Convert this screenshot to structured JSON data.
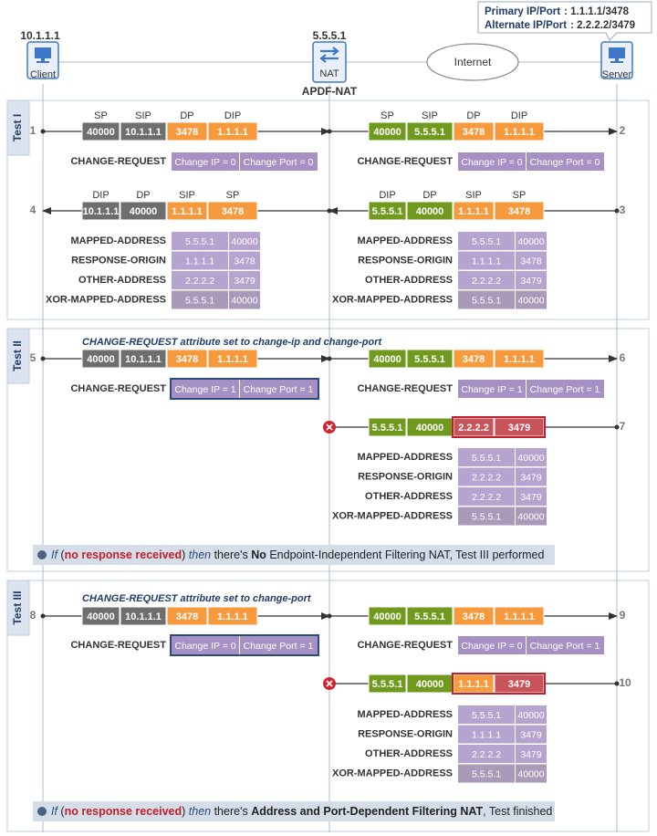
{
  "colors": {
    "gray": "#6e6e6e",
    "lightgray": "#8a8a8a",
    "green": "#6f9a1e",
    "orange": "#f79a3e",
    "purple": "#a690c4",
    "lpurple": "#b5a4cf",
    "gpurple": "#aa9ab9",
    "red": "#c9535a",
    "panel": "#dbe3ee",
    "panelBorder": "#c2cede",
    "node": "#3d78c8",
    "line": "#a9b9cf",
    "darkText": "#333333",
    "blueText": "#1f3d6a",
    "noteBg": "#d4dde8",
    "noResp": "#c0202a"
  },
  "top": {
    "client_ip": "10.1.1.1",
    "nat_ip": "5.5.5.1",
    "client_label": "Client",
    "nat_label": "NAT",
    "nat_name": "APDF-NAT",
    "internet_label": "Internet",
    "server_label": "Server",
    "server_info": {
      "primary_label": "Primary IP/Port",
      "primary_value": ": 1.1.1.1/3478",
      "alternate_label": "Alternate IP/Port",
      "alternate_value": ": 2.2.2.2/3479"
    }
  },
  "icons": {
    "client": "computer-icon",
    "server": "computer-icon",
    "nat": "nat-arrows-icon",
    "blocked": "blocked-x-icon",
    "bullet": "bullet-dot-icon"
  },
  "tests": [
    {
      "label": "Test I",
      "packets": [
        {
          "id": "1",
          "side": "left",
          "arrow": "right",
          "headers": [
            "SP",
            "SIP",
            "DP",
            "DIP"
          ],
          "cells": [
            {
              "t": "40000",
              "c": "gray"
            },
            {
              "t": "10.1.1.1",
              "c": "gray"
            },
            {
              "t": "3478",
              "c": "orange"
            },
            {
              "t": "1.1.1.1",
              "c": "orange"
            }
          ]
        },
        {
          "id": "2",
          "side": "right",
          "arrow": "right",
          "headers": [
            "SP",
            "SIP",
            "DP",
            "DIP"
          ],
          "cells": [
            {
              "t": "40000",
              "c": "green"
            },
            {
              "t": "5.5.5.1",
              "c": "green"
            },
            {
              "t": "3478",
              "c": "orange"
            },
            {
              "t": "1.1.1.1",
              "c": "orange"
            }
          ]
        },
        {
          "id": "3",
          "side": "right",
          "arrow": "left",
          "headers": [
            "DIP",
            "DP",
            "SIP",
            "SP"
          ],
          "cells": [
            {
              "t": "5.5.5.1",
              "c": "green"
            },
            {
              "t": "40000",
              "c": "green"
            },
            {
              "t": "1.1.1.1",
              "c": "orange"
            },
            {
              "t": "3478",
              "c": "orange"
            }
          ]
        },
        {
          "id": "4",
          "side": "left",
          "arrow": "left",
          "headers": [
            "DIP",
            "DP",
            "SIP",
            "SP"
          ],
          "cells": [
            {
              "t": "10.1.1.1",
              "c": "gray"
            },
            {
              "t": "40000",
              "c": "gray"
            },
            {
              "t": "1.1.1.1",
              "c": "orange"
            },
            {
              "t": "3478",
              "c": "orange"
            }
          ]
        }
      ],
      "change_requests": [
        {
          "side": "left",
          "label": "CHANGE-REQUEST",
          "ip": "Change IP = 0",
          "port": "Change Port = 0",
          "highlight": false
        },
        {
          "side": "right",
          "label": "CHANGE-REQUEST",
          "ip": "Change IP = 0",
          "port": "Change Port = 0",
          "highlight": false
        }
      ],
      "attr_tables": [
        {
          "side": "left",
          "rows": [
            {
              "label": "MAPPED-ADDRESS",
              "ip": "5.5.5.1",
              "port": "40000"
            },
            {
              "label": "RESPONSE-ORIGIN",
              "ip": "1.1.1.1",
              "port": "3478"
            },
            {
              "label": "OTHER-ADDRESS",
              "ip": "2.2.2.2",
              "port": "3479"
            },
            {
              "label": "XOR-MAPPED-ADDRESS",
              "ip": "5.5.5.1",
              "port": "40000"
            }
          ]
        },
        {
          "side": "right",
          "rows": [
            {
              "label": "MAPPED-ADDRESS",
              "ip": "5.5.5.1",
              "port": "40000"
            },
            {
              "label": "RESPONSE-ORIGIN",
              "ip": "1.1.1.1",
              "port": "3478"
            },
            {
              "label": "OTHER-ADDRESS",
              "ip": "2.2.2.2",
              "port": "3479"
            },
            {
              "label": "XOR-MAPPED-ADDRESS",
              "ip": "5.5.5.1",
              "port": "40000"
            }
          ]
        }
      ]
    },
    {
      "label": "Test II",
      "caption": "CHANGE-REQUEST attribute set to change-ip and change-port",
      "packets": [
        {
          "id": "5",
          "side": "left",
          "arrow": "right",
          "cells": [
            {
              "t": "40000",
              "c": "gray"
            },
            {
              "t": "10.1.1.1",
              "c": "gray"
            },
            {
              "t": "3478",
              "c": "orange"
            },
            {
              "t": "1.1.1.1",
              "c": "orange"
            }
          ]
        },
        {
          "id": "6",
          "side": "right",
          "arrow": "right",
          "cells": [
            {
              "t": "40000",
              "c": "green"
            },
            {
              "t": "5.5.5.1",
              "c": "green"
            },
            {
              "t": "3478",
              "c": "orange"
            },
            {
              "t": "1.1.1.1",
              "c": "orange"
            }
          ]
        },
        {
          "id": "7",
          "side": "right",
          "arrow": "blocked",
          "cells": [
            {
              "t": "5.5.5.1",
              "c": "green"
            },
            {
              "t": "40000",
              "c": "green"
            },
            {
              "t": "2.2.2.2",
              "c": "red"
            },
            {
              "t": "3479",
              "c": "red"
            }
          ]
        }
      ],
      "change_requests": [
        {
          "side": "left",
          "label": "CHANGE-REQUEST",
          "ip": "Change IP = 1",
          "port": "Change Port = 1",
          "highlight": true
        },
        {
          "side": "right",
          "label": "CHANGE-REQUEST",
          "ip": "Change IP = 1",
          "port": "Change Port = 1",
          "highlight": false
        }
      ],
      "attr_tables": [
        {
          "side": "right",
          "rows": [
            {
              "label": "MAPPED-ADDRESS",
              "ip": "5.5.5.1",
              "port": "40000"
            },
            {
              "label": "RESPONSE-ORIGIN",
              "ip": "2.2.2.2",
              "port": "3479"
            },
            {
              "label": "OTHER-ADDRESS",
              "ip": "2.2.2.2",
              "port": "3479"
            },
            {
              "label": "XOR-MAPPED-ADDRESS",
              "ip": "5.5.5.1",
              "port": "40000"
            }
          ]
        }
      ],
      "note": {
        "if": "If",
        "open": " (",
        "cond": "no response received",
        "close": ")",
        "then": " then",
        "pre": " there's ",
        "bold": "No",
        "post": " Endpoint-Independent Filtering NAT, Test III performed"
      }
    },
    {
      "label": "Test III",
      "caption": "CHANGE-REQUEST attribute set to change-port",
      "packets": [
        {
          "id": "8",
          "side": "left",
          "arrow": "right",
          "cells": [
            {
              "t": "40000",
              "c": "gray"
            },
            {
              "t": "10.1.1.1",
              "c": "gray"
            },
            {
              "t": "3478",
              "c": "orange"
            },
            {
              "t": "1.1.1.1",
              "c": "orange"
            }
          ]
        },
        {
          "id": "9",
          "side": "right",
          "arrow": "right",
          "cells": [
            {
              "t": "40000",
              "c": "green"
            },
            {
              "t": "5.5.5.1",
              "c": "green"
            },
            {
              "t": "3478",
              "c": "orange"
            },
            {
              "t": "1.1.1.1",
              "c": "orange"
            }
          ]
        },
        {
          "id": "10",
          "side": "right",
          "arrow": "blocked",
          "cells": [
            {
              "t": "5.5.5.1",
              "c": "green"
            },
            {
              "t": "40000",
              "c": "green"
            },
            {
              "t": "1.1.1.1",
              "c": "orange"
            },
            {
              "t": "3479",
              "c": "red"
            }
          ]
        }
      ],
      "change_requests": [
        {
          "side": "left",
          "label": "CHANGE-REQUEST",
          "ip": "Change IP = 0",
          "port": "Change Port = 1",
          "highlight": true
        },
        {
          "side": "right",
          "label": "CHANGE-REQUEST",
          "ip": "Change IP = 0",
          "port": "Change Port = 1",
          "highlight": false
        }
      ],
      "attr_tables": [
        {
          "side": "right",
          "rows": [
            {
              "label": "MAPPED-ADDRESS",
              "ip": "5.5.5.1",
              "port": "40000"
            },
            {
              "label": "RESPONSE-ORIGIN",
              "ip": "1.1.1.1",
              "port": "3479"
            },
            {
              "label": "OTHER-ADDRESS",
              "ip": "2.2.2.2",
              "port": "3479"
            },
            {
              "label": "XOR-MAPPED-ADDRESS",
              "ip": "5.5.5.1",
              "port": "40000"
            }
          ]
        }
      ],
      "note": {
        "if": "If",
        "open": " (",
        "cond": "no response received",
        "close": ")",
        "then": " then",
        "pre": " there's ",
        "bold": "Address and Port-Dependent Filtering NAT",
        "post": ", Test finished"
      }
    }
  ]
}
